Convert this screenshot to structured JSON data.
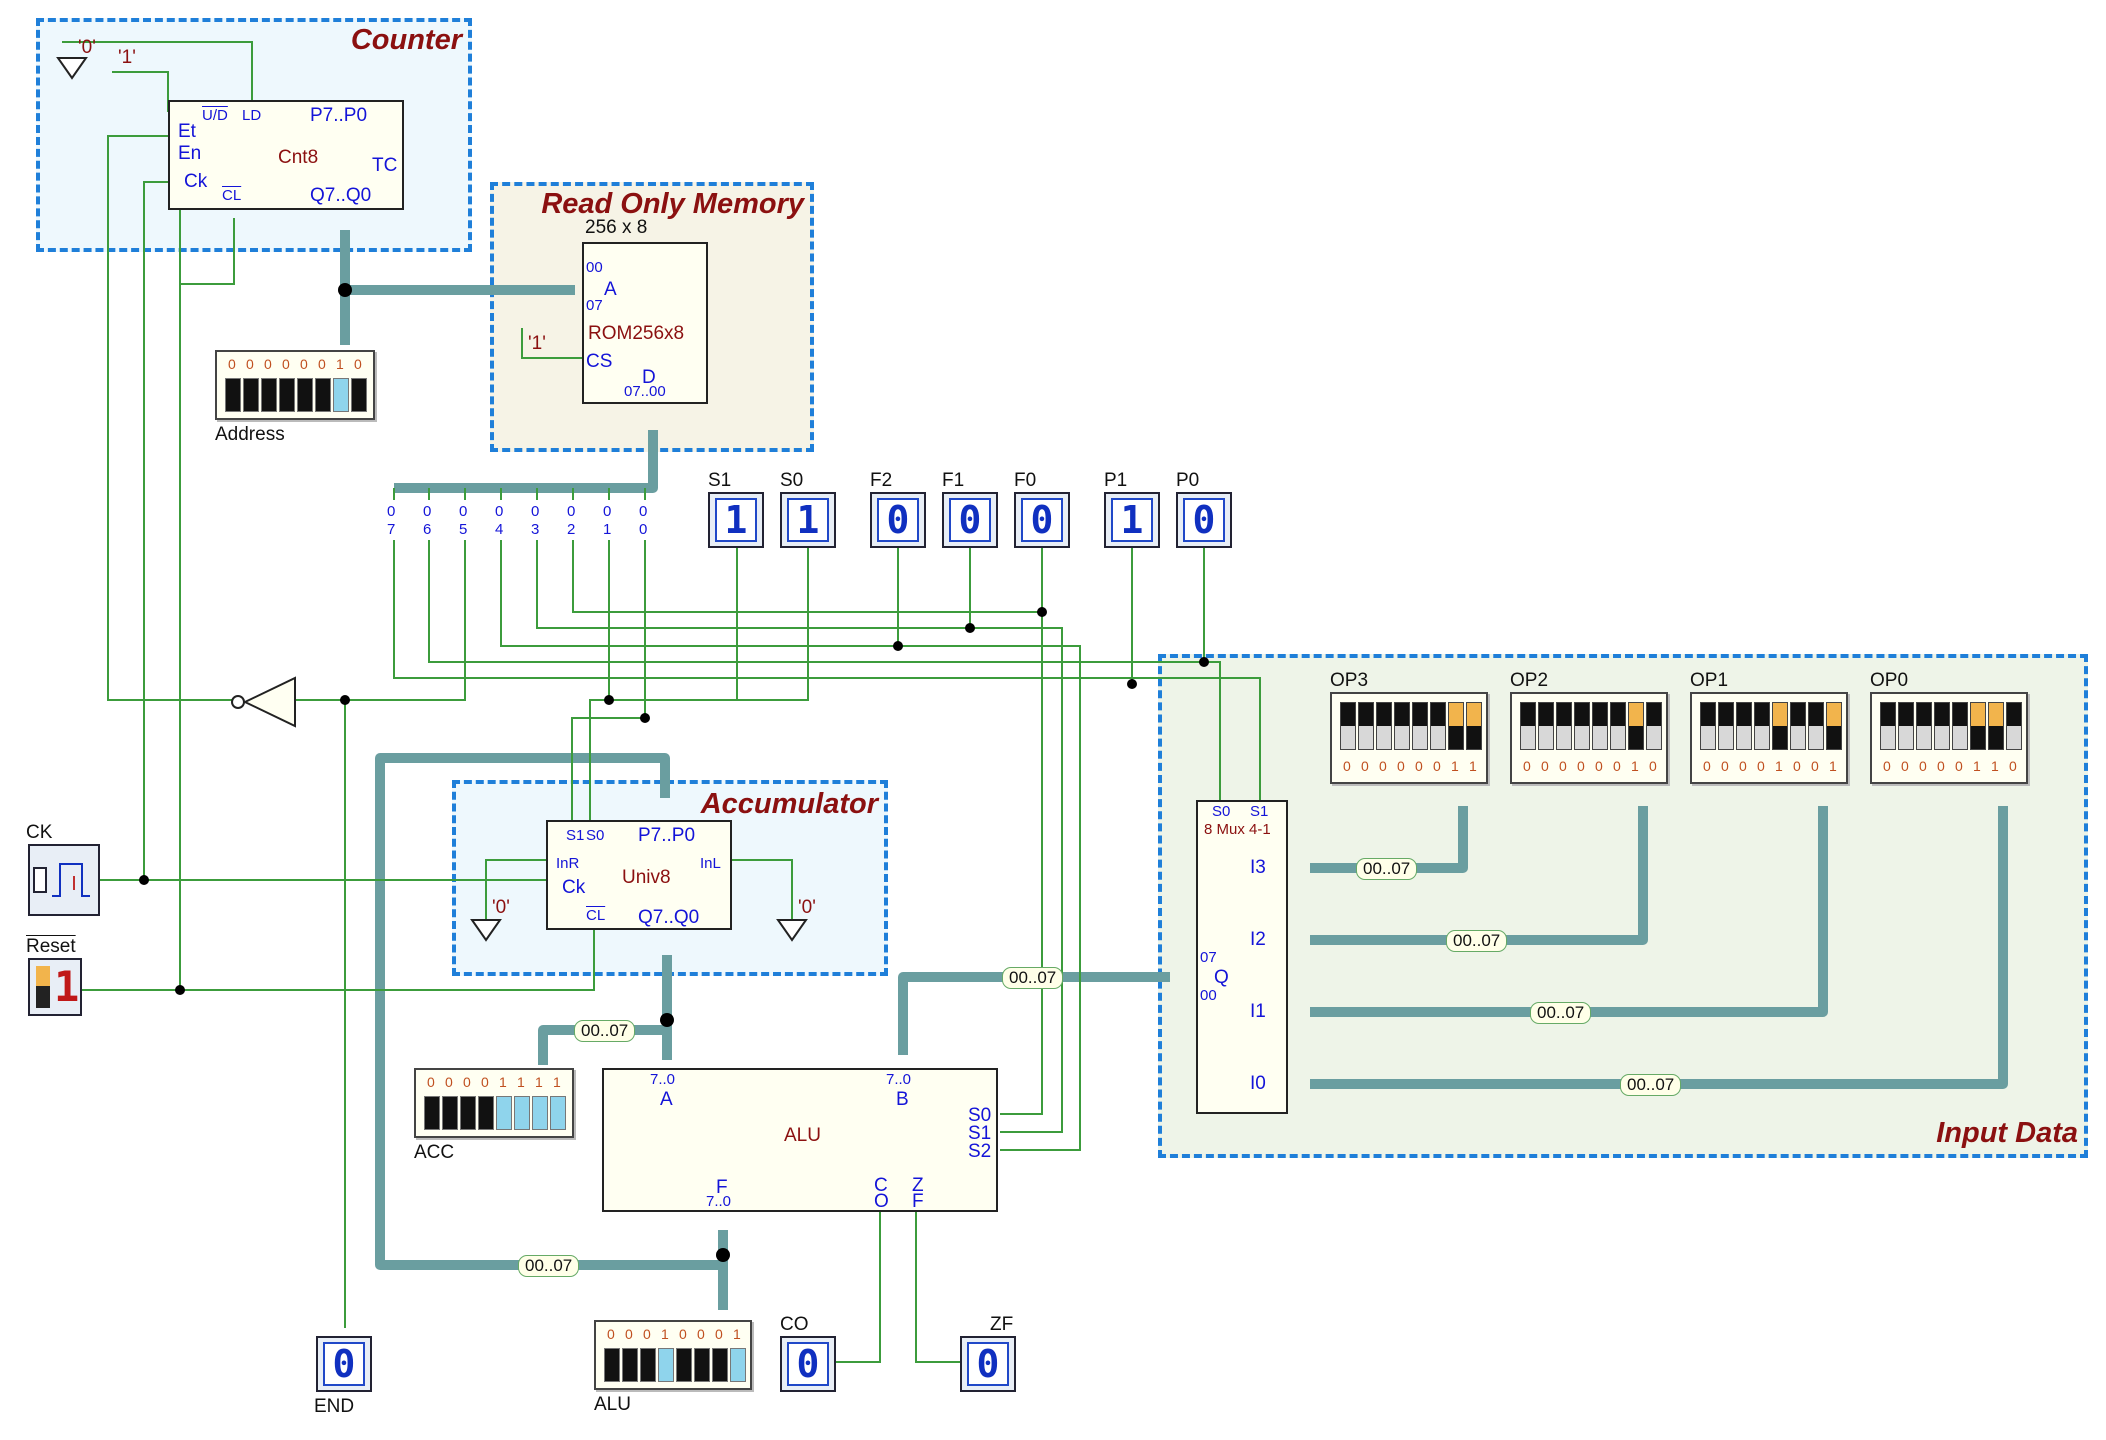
{
  "regions": {
    "counter": {
      "title": "Counter"
    },
    "rom": {
      "title": "Read Only Memory"
    },
    "accumulator": {
      "title": "Accumulator"
    },
    "input_data": {
      "title": "Input Data"
    }
  },
  "counter": {
    "name": "Cnt8",
    "pins": {
      "ud": "U/D",
      "ld": "LD",
      "p": "P7..P0",
      "et": "Et",
      "en": "En",
      "ck": "Ck",
      "tc": "TC",
      "cl": "CL",
      "q": "Q7..Q0"
    },
    "const_zero": "'0'",
    "const_one": "'1'"
  },
  "rom": {
    "size": "256 x 8",
    "name": "ROM256x8",
    "pins": {
      "a": "A",
      "a_hi": "00",
      "a_lo": "07",
      "cs": "CS",
      "d": "D",
      "d_range": "07..00"
    },
    "const_one": "'1'"
  },
  "address_display": {
    "label": "Address",
    "bits": [
      "0",
      "0",
      "0",
      "0",
      "0",
      "0",
      "1",
      "0"
    ]
  },
  "rom_bus_taps": [
    "07",
    "06",
    "05",
    "04",
    "03",
    "02",
    "01",
    "00"
  ],
  "control_probes": [
    {
      "label": "S1",
      "value": "1"
    },
    {
      "label": "S0",
      "value": "1"
    },
    {
      "label": "F2",
      "value": "0"
    },
    {
      "label": "F1",
      "value": "0"
    },
    {
      "label": "F0",
      "value": "0"
    },
    {
      "label": "P1",
      "value": "1"
    },
    {
      "label": "P0",
      "value": "0"
    }
  ],
  "accumulator": {
    "name": "Univ8",
    "pins": {
      "s1": "S1",
      "s0": "S0",
      "p": "P7..P0",
      "inr": "InR",
      "inl": "InL",
      "ck": "Ck",
      "cl": "CL",
      "q": "Q7..Q0"
    },
    "const_zero_left": "'0'",
    "const_zero_right": "'0'"
  },
  "acc_display": {
    "label": "ACC",
    "bits": [
      "0",
      "0",
      "0",
      "0",
      "1",
      "1",
      "1",
      "1"
    ]
  },
  "alu": {
    "name": "ALU",
    "pins": {
      "a": "A",
      "a_range": "7..0",
      "b": "B",
      "b_range": "7..0",
      "s0": "S0",
      "s1": "S1",
      "s2": "S2",
      "f": "F",
      "f_range": "7..0",
      "co_1": "C",
      "co_2": "O",
      "zf_1": "Z",
      "zf_2": "F"
    }
  },
  "alu_display": {
    "label": "ALU",
    "bits": [
      "0",
      "0",
      "0",
      "1",
      "0",
      "0",
      "0",
      "1"
    ]
  },
  "mux": {
    "name": "8 Mux 4-1",
    "pins": {
      "s0": "S0",
      "s1": "S1",
      "i3": "I3",
      "i2": "I2",
      "i1": "I1",
      "i0": "I0",
      "q": "Q",
      "hi": "07",
      "lo": "00"
    }
  },
  "operands": [
    {
      "label": "OP3",
      "bits": [
        "0",
        "0",
        "0",
        "0",
        "0",
        "0",
        "1",
        "1"
      ]
    },
    {
      "label": "OP2",
      "bits": [
        "0",
        "0",
        "0",
        "0",
        "0",
        "0",
        "1",
        "0"
      ]
    },
    {
      "label": "OP1",
      "bits": [
        "0",
        "0",
        "0",
        "0",
        "1",
        "0",
        "0",
        "1"
      ]
    },
    {
      "label": "OP0",
      "bits": [
        "0",
        "0",
        "0",
        "0",
        "0",
        "1",
        "1",
        "0"
      ]
    }
  ],
  "bus_labels": {
    "op3": "00..07",
    "op2": "00..07",
    "op1": "00..07",
    "op0": "00..07",
    "mux_out": "00..07",
    "acc_out": "00..07",
    "alu_fb": "00..07"
  },
  "ck": {
    "label": "CK"
  },
  "reset": {
    "label": "Reset",
    "value": "1"
  },
  "status_probes": [
    {
      "label": "END",
      "value": "0"
    },
    {
      "label": "CO",
      "value": "0"
    },
    {
      "label": "ZF",
      "value": "0"
    }
  ],
  "colors": {
    "bus": "#6a9ea0",
    "wire": "#3c9c3c",
    "region_border": "#1f7fd9",
    "title": "#8b1010",
    "pin_text": "#1414d8"
  }
}
